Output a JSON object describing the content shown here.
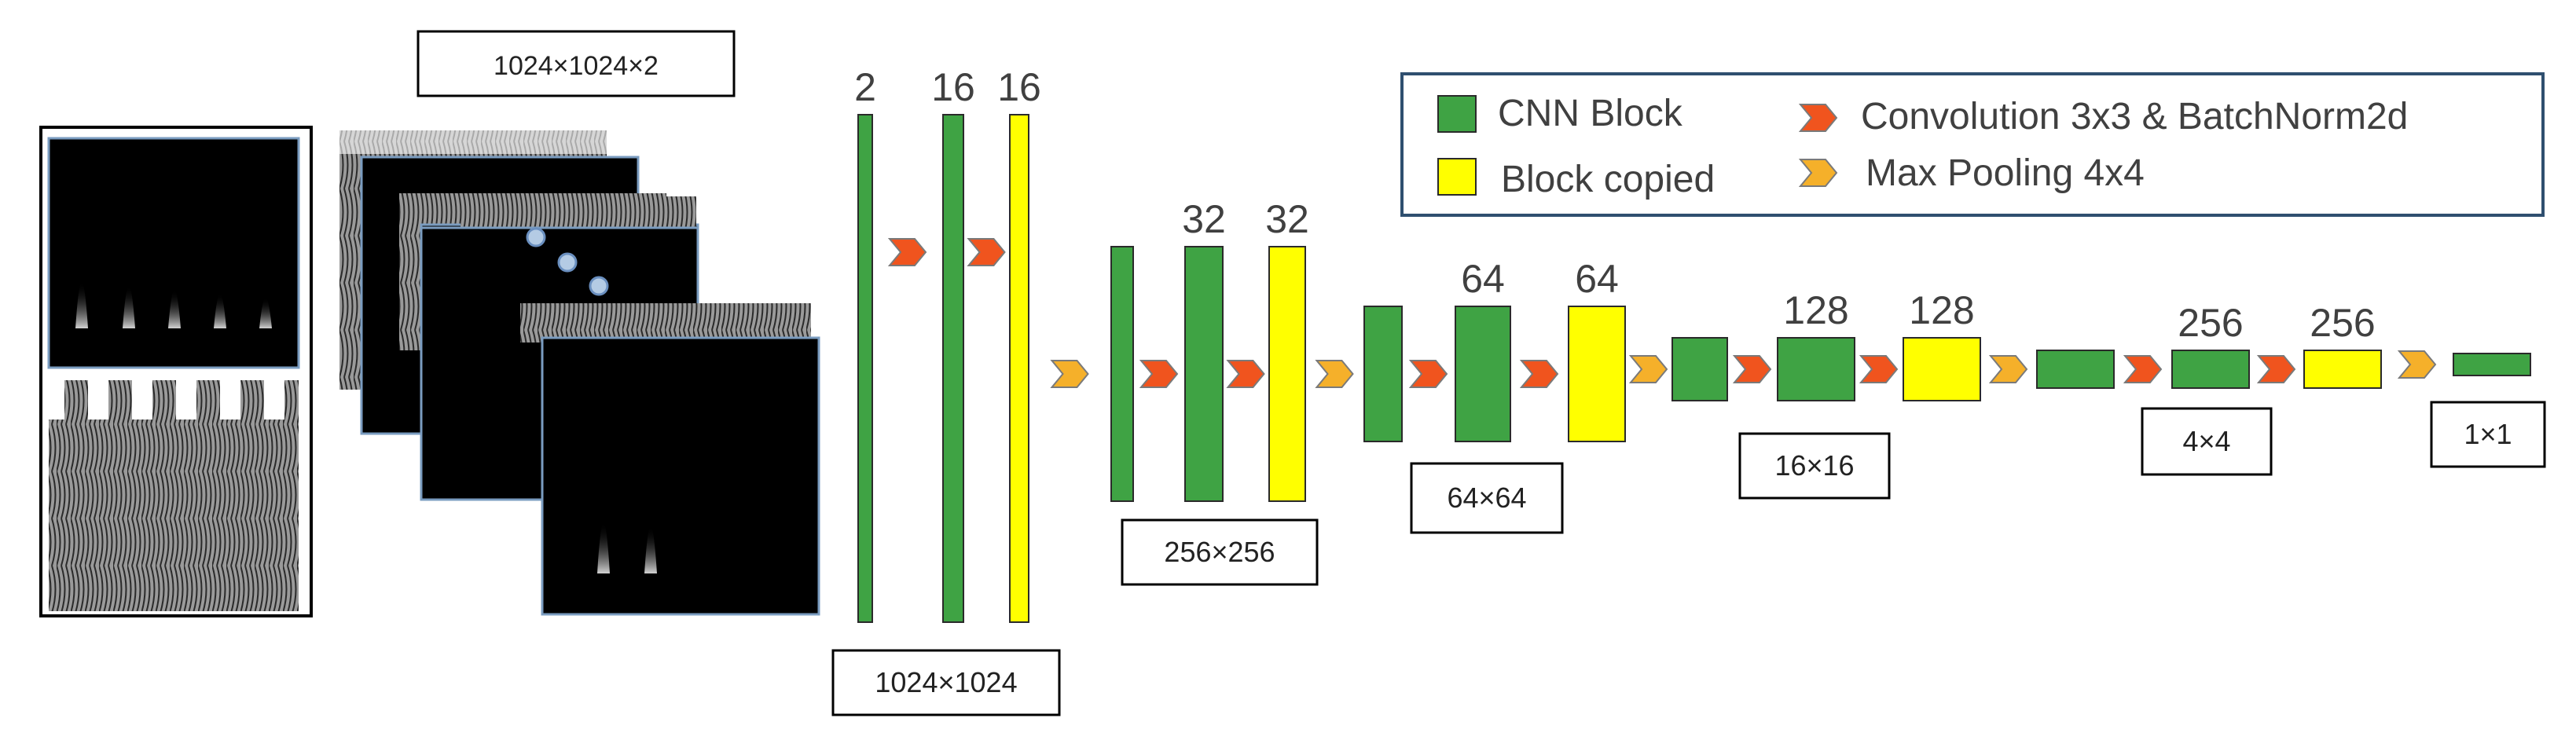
{
  "input_dims_label": "1024×1024×2",
  "resolution_labels": [
    "1024×1024",
    "256×256",
    "64×64",
    "16×16",
    "4×4",
    "1×1"
  ],
  "layers": [
    {
      "channels": "2",
      "kind": "cnn"
    },
    {
      "channels": "16",
      "kind": "cnn"
    },
    {
      "channels": "16",
      "kind": "copy"
    },
    {
      "channels": "",
      "kind": "cnn"
    },
    {
      "channels": "32",
      "kind": "cnn"
    },
    {
      "channels": "32",
      "kind": "copy"
    },
    {
      "channels": "",
      "kind": "cnn"
    },
    {
      "channels": "64",
      "kind": "cnn"
    },
    {
      "channels": "64",
      "kind": "copy"
    },
    {
      "channels": "",
      "kind": "cnn"
    },
    {
      "channels": "128",
      "kind": "cnn"
    },
    {
      "channels": "128",
      "kind": "copy"
    },
    {
      "channels": "",
      "kind": "cnn"
    },
    {
      "channels": "256",
      "kind": "cnn"
    },
    {
      "channels": "256",
      "kind": "copy"
    },
    {
      "channels": "",
      "kind": "cnn"
    }
  ],
  "arrows": [
    "conv",
    "conv",
    "pool",
    "conv",
    "conv",
    "pool",
    "conv",
    "conv",
    "pool",
    "conv",
    "conv",
    "pool",
    "conv",
    "conv",
    "pool"
  ],
  "legend": {
    "cnn_block": "CNN Block",
    "block_copied": "Block copied",
    "convolution": "Convolution 3x3 & BatchNorm2d",
    "max_pooling": "Max Pooling 4x4"
  },
  "colors": {
    "cnn_block": "#3fa344",
    "block_copied": "#ffff00",
    "conv_arrow": "#f0541e",
    "pool_arrow": "#f5b02a",
    "legend_border": "#2f4f6f"
  }
}
